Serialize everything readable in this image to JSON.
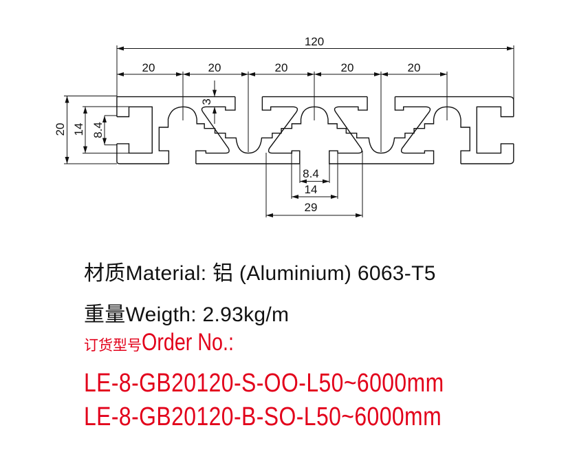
{
  "drawing": {
    "title": "Aluminium profile 20x120 cross-section",
    "dimensions": {
      "overall_width": "120",
      "pitch": [
        "20",
        "20",
        "20",
        "20",
        "20"
      ],
      "wall_depth": "3",
      "height": "20",
      "slot_inner_width": "14",
      "slot_opening": "8.4",
      "bottom_slot_opening": "8.4",
      "bottom_slot_inner_width": "14",
      "bottom_slot_outer_width": "29"
    }
  },
  "specs": {
    "material": "材质Material: 铝 (Aluminium) 6063-T5",
    "weight": "重量Weigth: 2.93kg/m",
    "order_label_cn": "订货型号",
    "order_label_en": "Order No.:",
    "order_codes": [
      "LE-8-GB20120-S-OO-L50~6000mm",
      "LE-8-GB20120-B-SO-L50~6000mm"
    ]
  },
  "colors": {
    "line": "#111111",
    "accent_red": "#e2001a"
  }
}
